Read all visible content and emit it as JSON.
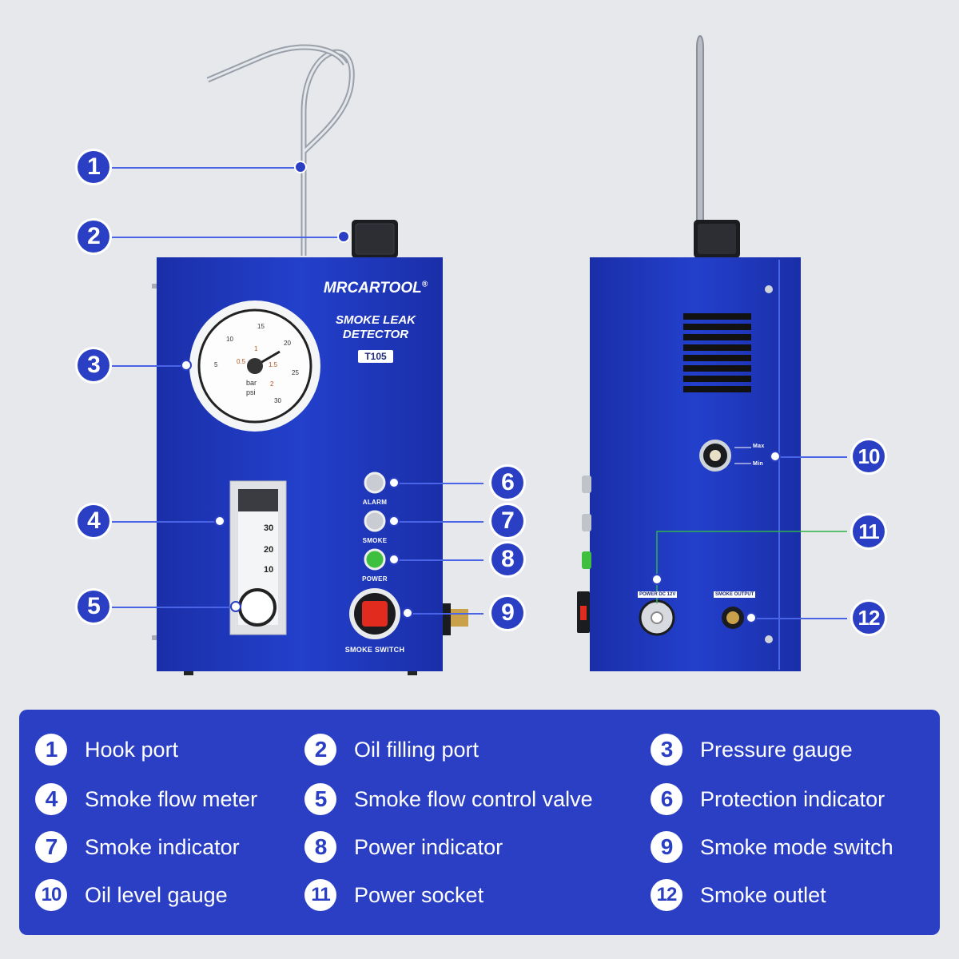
{
  "device": {
    "brand": "MRCARTOOL",
    "brand_mark": "®",
    "product_line1": "SMOKE LEAK",
    "product_line2": "DETECTOR",
    "model": "T105",
    "gauge": {
      "bar_unit": "bar",
      "psi_unit": "psi",
      "psi_ticks": [
        "5",
        "10",
        "15",
        "20",
        "25",
        "30"
      ],
      "bar_ticks": [
        "0.5",
        "1",
        "1.5",
        "2"
      ]
    },
    "flowmeter_ticks": [
      "30",
      "20",
      "10"
    ],
    "indicators": {
      "alarm": "ALARM",
      "smoke": "SMOKE",
      "power": "POWER"
    },
    "switch_label": "SMOKE SWITCH",
    "oil_gauge": {
      "max": "Max",
      "min": "Min"
    },
    "power_socket": {
      "label": "POWER",
      "voltage": "DC 12V"
    },
    "smoke_output_label": "SMOKE OUTPUT"
  },
  "callouts": [
    "1",
    "2",
    "3",
    "4",
    "5",
    "6",
    "7",
    "8",
    "9",
    "10",
    "11",
    "12"
  ],
  "legend": [
    {
      "num": "1",
      "text": "Hook port"
    },
    {
      "num": "2",
      "text": "Oil filling port"
    },
    {
      "num": "3",
      "text": "Pressure gauge"
    },
    {
      "num": "4",
      "text": "Smoke flow meter"
    },
    {
      "num": "5",
      "text": "Smoke flow control valve"
    },
    {
      "num": "6",
      "text": "Protection indicator"
    },
    {
      "num": "7",
      "text": "Smoke indicator"
    },
    {
      "num": "8",
      "text": "Power indicator"
    },
    {
      "num": "9",
      "text": "Smoke mode switch"
    },
    {
      "num": "10",
      "text": "Oil level gauge"
    },
    {
      "num": "11",
      "text": "Power socket"
    },
    {
      "num": "12",
      "text": "Smoke outlet"
    }
  ],
  "colors": {
    "panel_blue": "#2a3fc4",
    "device_blue": "#1f33b8",
    "background": "#e7e8ec"
  }
}
